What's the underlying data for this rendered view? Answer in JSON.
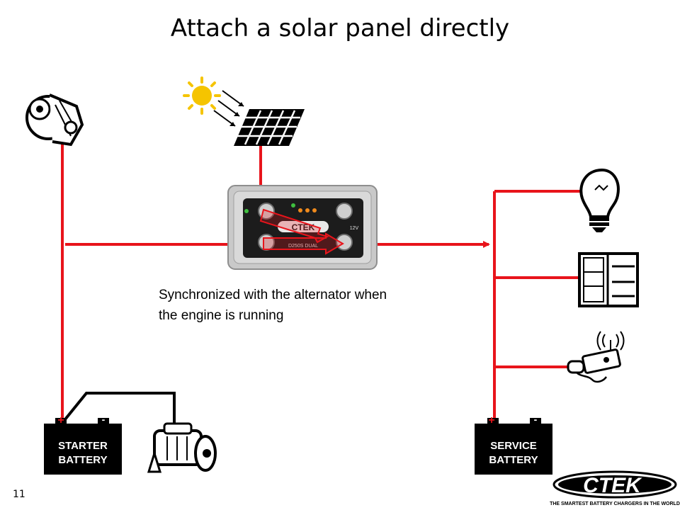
{
  "title": "Attach a solar panel directly",
  "caption": {
    "line1": "Synchronized with the alternator when",
    "line2": "the engine is running"
  },
  "slide_number": "11",
  "starter_battery": {
    "line1": "STARTER",
    "line2": "BATTERY",
    "terminal_plus": "+",
    "terminal_minus": "-"
  },
  "service_battery": {
    "line1": "SERVICE",
    "line2": "BATTERY",
    "terminal_plus": "+",
    "terminal_minus": "-"
  },
  "charger": {
    "brand": "CTEK",
    "model": "D250S DUAL",
    "voltage": "12V"
  },
  "logo": {
    "brand": "CTEK",
    "tagline": "THE SMARTEST BATTERY CHARGERS IN THE WORLD"
  },
  "colors": {
    "wire": "#e8141b",
    "ground": "#000000",
    "sun": "#f5c400"
  },
  "icons": [
    "alternator-icon",
    "sun-icon",
    "solar-panel-icon",
    "charger-icon",
    "light-bulb-icon",
    "fridge-icon",
    "radio-icon",
    "starter-motor-icon"
  ]
}
